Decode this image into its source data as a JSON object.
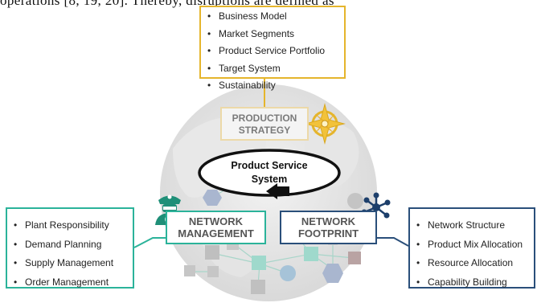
{
  "background_text": "operations [8, 19, 20]. Thereby, disruptions are defined as",
  "production_strategy": {
    "label": "PRODUCTION STRATEGY",
    "items": [
      "Business Model",
      "Market Segments",
      "Product Service Portfolio",
      "Target System",
      "Sustainability"
    ]
  },
  "product_service_system": {
    "label": "Product Service System"
  },
  "network_management": {
    "label": "NETWORK MANAGEMENT",
    "items": [
      "Plant Responsibility",
      "Demand Planning",
      "Supply Management",
      "Order Management"
    ]
  },
  "network_footprint": {
    "label": "NETWORK FOOTPRINT",
    "items": [
      "Network Structure",
      "Product Mix Allocation",
      "Resource Allocation",
      "Capability Building"
    ]
  },
  "colors": {
    "strategy": "#e5b52c",
    "management": "#2bb39a",
    "footprint": "#2a4f7a"
  },
  "icons": [
    "compass-icon",
    "pilot-icon",
    "network-hub-icon"
  ]
}
